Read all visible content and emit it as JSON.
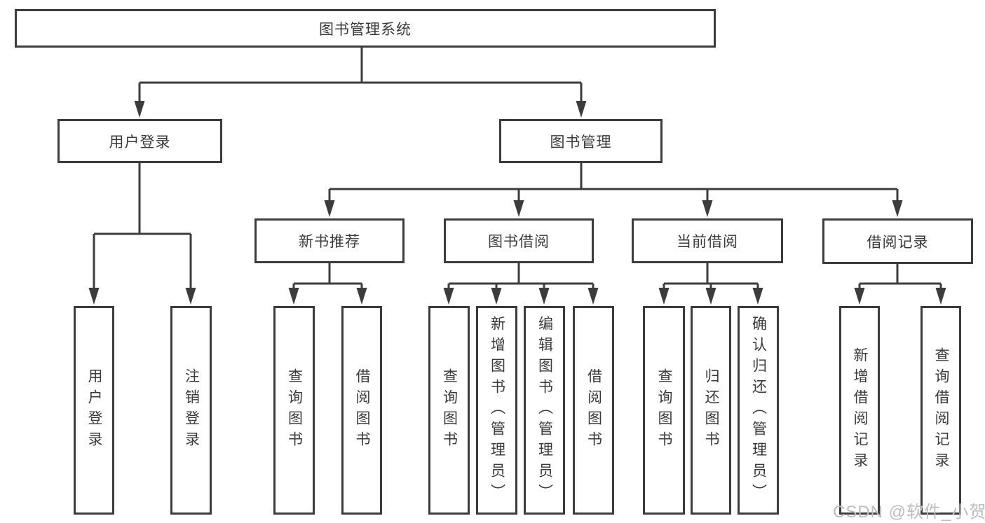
{
  "diagram": {
    "root": {
      "label": "图书管理系统"
    },
    "level2": {
      "user_login": {
        "label": "用户登录"
      },
      "book_management": {
        "label": "图书管理"
      }
    },
    "level3": {
      "new_book_recommend": {
        "label": "新书推荐"
      },
      "book_borrowing": {
        "label": "图书借阅"
      },
      "current_borrowing": {
        "label": "当前借阅"
      },
      "borrowing_records": {
        "label": "借阅记录"
      }
    },
    "leaves": {
      "user_login_1": "用户登录",
      "user_login_2": "注销登录",
      "new_books_1": "查询图书",
      "new_books_2": "借阅图书",
      "book_borrow_1": "查询图书",
      "book_borrow_2": "新增图书（管理员）",
      "book_borrow_3": "编辑图书（管理员）",
      "book_borrow_4": "借阅图书",
      "current_borrow_1": "查询图书",
      "current_borrow_2": "归还图书",
      "current_borrow_3": "确认归还（管理员）",
      "borrow_records_1": "新增借阅记录",
      "borrow_records_2": "查询借阅记录"
    }
  },
  "watermark": "CSDN @软件_小贺同学",
  "colors": {
    "line": "#3c3c3c",
    "text": "#3a3a3a",
    "watermark": "#bdbdbd",
    "background": "#ffffff"
  }
}
